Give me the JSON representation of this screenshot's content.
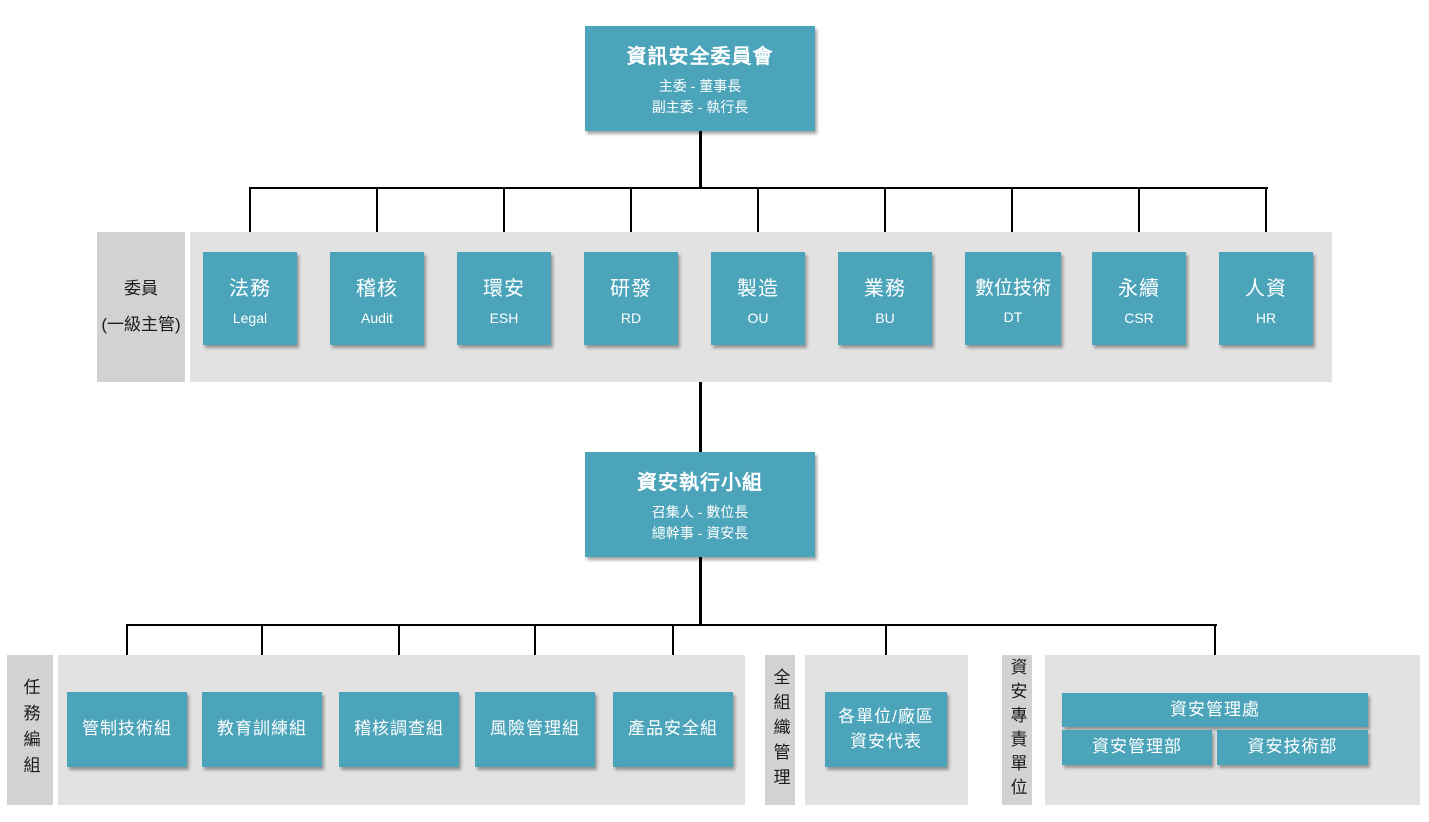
{
  "colors": {
    "node_teal": "#4ba4ba",
    "band_gray": "#e2e2e2",
    "label_gray": "#d2d2d2",
    "line_black": "#000000",
    "node_text": "#ffffff"
  },
  "committee": {
    "title": "資訊安全委員會",
    "chair_line": "主委 - 董事長",
    "vice_chair_line": "副主委 - 執行長"
  },
  "members_label": {
    "line1": "委員",
    "line2": "(一級主管)"
  },
  "members": [
    {
      "zh": "法務",
      "en": "Legal"
    },
    {
      "zh": "稽核",
      "en": "Audit"
    },
    {
      "zh": "環安",
      "en": "ESH"
    },
    {
      "zh": "研發",
      "en": "RD"
    },
    {
      "zh": "製造",
      "en": "OU"
    },
    {
      "zh": "業務",
      "en": "BU"
    },
    {
      "zh": "數位技術",
      "en": "DT"
    },
    {
      "zh": "永續",
      "en": "CSR"
    },
    {
      "zh": "人資",
      "en": "HR"
    }
  ],
  "exec_team": {
    "title": "資安執行小組",
    "convener_line": "召集人 - 數位長",
    "secretary_line": "總幹事 - 資安長"
  },
  "task_section": {
    "label": "任務編組",
    "groups": [
      "管制技術組",
      "教育訓練組",
      "稽核調查組",
      "風險管理組",
      "產品安全組"
    ]
  },
  "org_wide_section": {
    "label": "全組織管理",
    "box_line1": "各單位/廠區",
    "box_line2": "資安代表"
  },
  "dedicated_section": {
    "label": "資安專責單位",
    "parent": "資安管理處",
    "child1": "資安管理部",
    "child2": "資安技術部"
  }
}
